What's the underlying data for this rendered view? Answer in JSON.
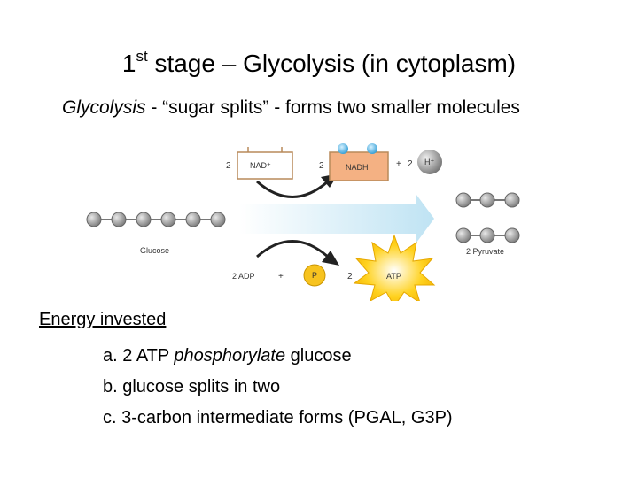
{
  "slide": {
    "title_prefix": "1",
    "title_sup": "st",
    "title_rest": " stage – Glycolysis (in cytoplasm)",
    "subtitle_term": "Glycolysis",
    "subtitle_mid": "  - “sugar splits”  - forms two smaller molecules"
  },
  "diagram": {
    "nad_coef": "2",
    "nad_label": "NAD⁺",
    "nadh_coef": "2",
    "nadh_label": "NADH",
    "plus": "+",
    "h_coef": "2",
    "h_label": "H⁺",
    "glucose_label": "Glucose",
    "pyruvate_label": "2 Pyruvate",
    "adp_label": "2 ADP",
    "p_label": "P",
    "atp_coef": "2",
    "atp_label": "ATP",
    "colors": {
      "arrow": "#bfe3f3",
      "nadh_box": "#f4b183",
      "p_circle": "#f7c31f",
      "atp_burst": "#ffd21f",
      "bead": "#8f8f8f"
    }
  },
  "notes": {
    "heading": "Energy invested",
    "items": [
      {
        "prefix": "a. 2 ATP ",
        "italic": "phosphorylate",
        "suffix": " glucose"
      },
      {
        "prefix": "b. glucose splits in two",
        "italic": "",
        "suffix": ""
      },
      {
        "prefix": "c.  3-carbon intermediate forms (PGAL, G3P)",
        "italic": "",
        "suffix": ""
      }
    ]
  }
}
